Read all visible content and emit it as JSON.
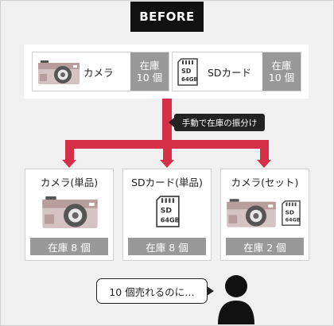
{
  "title": "BEFORE",
  "top_items": [
    {
      "label": "カメラ",
      "stock_line1": "在庫",
      "stock_line2": "10 個",
      "icon": "camera-icon"
    },
    {
      "label": "SDカード",
      "stock_line1": "在庫",
      "stock_line2": "10 個",
      "icon": "sd-card-icon"
    }
  ],
  "annotation": "手動で在庫の振分け",
  "cards": [
    {
      "title": "カメラ(単品)",
      "stock": "在庫 8 個",
      "icons": [
        "camera-icon"
      ]
    },
    {
      "title": "SDカード(単品)",
      "stock": "在庫 8 個",
      "icons": [
        "sd-card-icon"
      ]
    },
    {
      "title": "カメラ(セット)",
      "stock": "在庫 2 個",
      "icons": [
        "camera-icon",
        "sd-card-icon"
      ]
    }
  ],
  "sd_card_text": {
    "line1": "SD",
    "line2": "64GB"
  },
  "speech": "10 個売れるのに…",
  "colors": {
    "arrow": "#d52f4a",
    "stock_bg": "#999999",
    "title_bg": "#111111"
  }
}
